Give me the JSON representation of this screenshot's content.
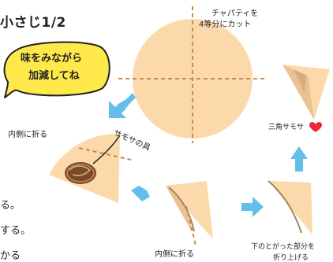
{
  "recipe": {
    "measure": "小さじ1/2",
    "bubble": {
      "line1": "味をみながら",
      "line2": "加減してね"
    }
  },
  "diagram": {
    "cut_label": {
      "line1": "チャパティを",
      "line2": "4等分にカット"
    },
    "fold_inside_1": "内側に折る",
    "filling": "サモサの具",
    "fold_inside_2": "内側に折る",
    "fold_tip": {
      "line1": "下のとがった部分を",
      "line2": "折り上げる"
    },
    "result": "三角サモサ",
    "heart_icon": "heart-icon"
  },
  "steps": [
    "る。",
    "する。",
    "かる"
  ],
  "colors": {
    "dough": "#fbd9ab",
    "dough_edge": "#c9a27a",
    "arrow": "#63bfea",
    "dash": "#c98a4a",
    "bubble": "#ffe84a",
    "heart": "#e8283c"
  }
}
